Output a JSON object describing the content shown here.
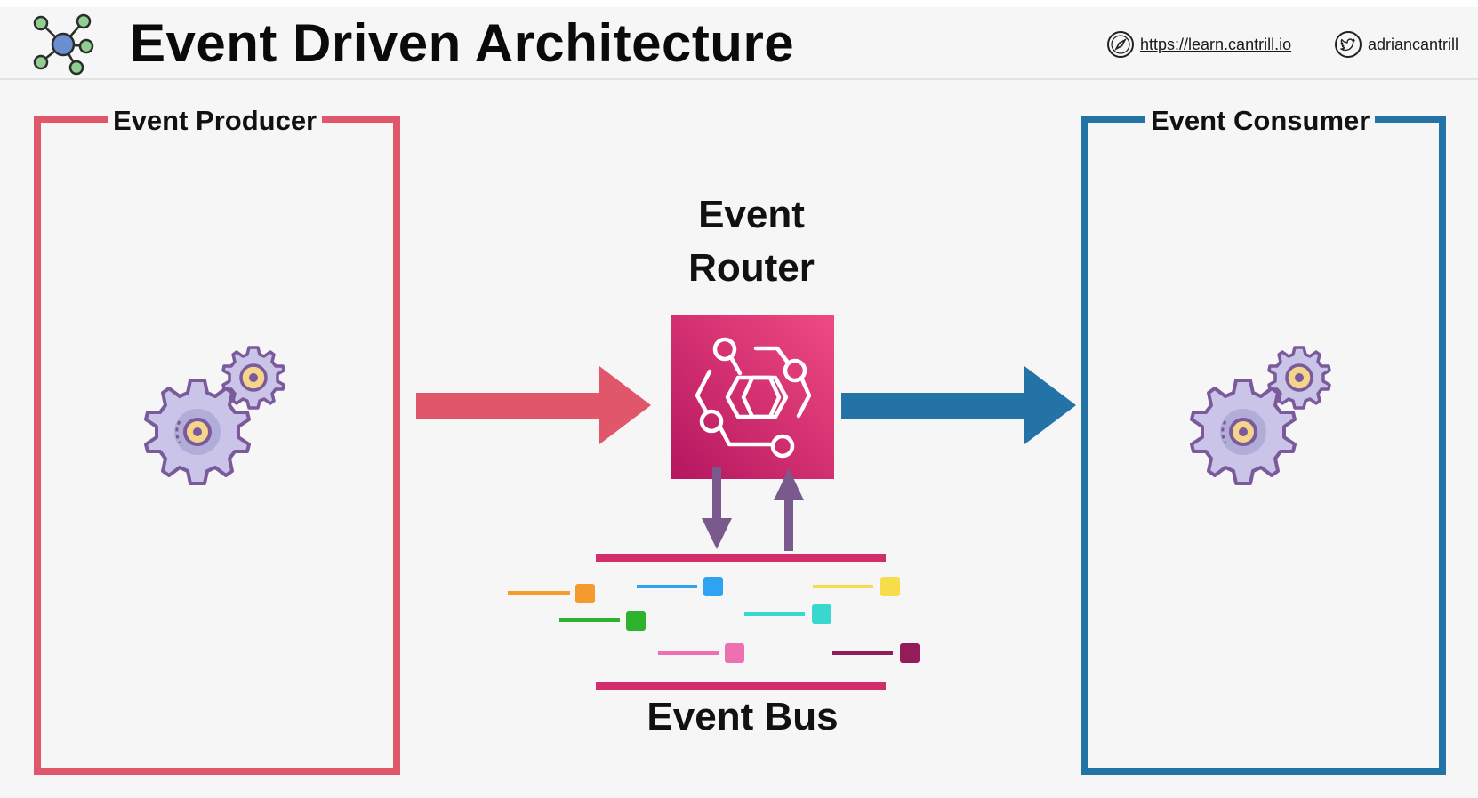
{
  "header": {
    "title": "Event Driven Architecture",
    "logo_icon": "network-hub-icon",
    "website": {
      "icon": "compass-icon",
      "label": "https://learn.cantrill.io"
    },
    "twitter": {
      "icon": "twitter-bird-icon",
      "label": "adriancantrill"
    }
  },
  "diagram": {
    "producer": {
      "label": "Event Producer",
      "icon": "gears-icon",
      "color": "#e0566a"
    },
    "router": {
      "title_line1": "Event",
      "title_line2": "Router",
      "icon": "eventbridge-icon",
      "color": "#d8296b"
    },
    "consumer": {
      "label": "Event Consumer",
      "icon": "gears-icon",
      "color": "#2473a6"
    },
    "bus": {
      "label": "Event Bus",
      "rail_color": "#d42d6c",
      "events": [
        {
          "color": "#f59a2d"
        },
        {
          "color": "#2ea3f2"
        },
        {
          "color": "#f6dd4a"
        },
        {
          "color": "#2fb32e"
        },
        {
          "color": "#39d8cf"
        },
        {
          "color": "#ee6fb2"
        },
        {
          "color": "#951c5a"
        }
      ]
    },
    "arrows": {
      "producer_to_router": "#e0566a",
      "router_to_consumer": "#2473a6",
      "router_bus": "#7a5a8c"
    }
  }
}
